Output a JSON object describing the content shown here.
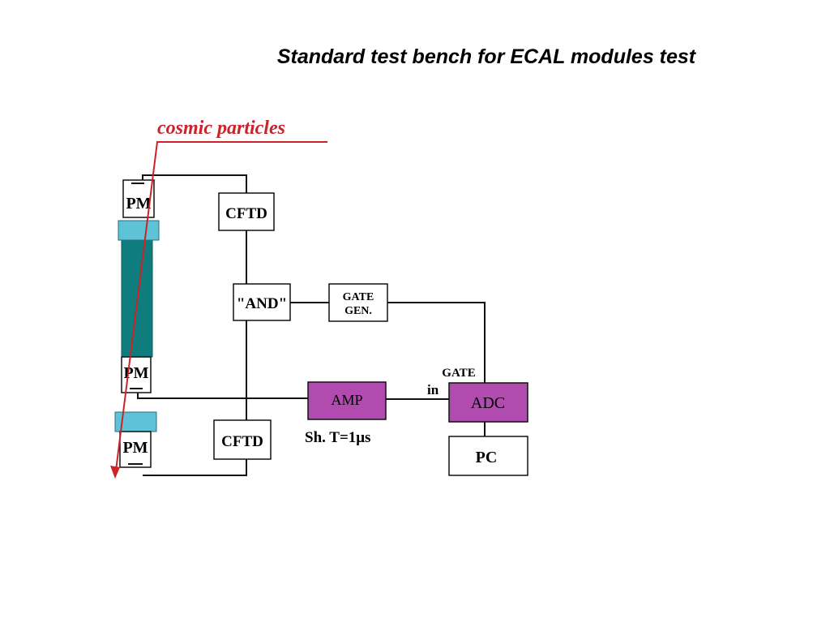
{
  "title": "Standard test bench for ECAL modules test",
  "diagram": {
    "particle_label": "cosmic particles",
    "pm_top": "PM",
    "pm_middle": "PM",
    "pm_bottom": "PM",
    "cftd_top": "CFTD",
    "cftd_bottom": "CFTD",
    "and_gate": "\"AND\"",
    "gate_gen_line1": "GATE",
    "gate_gen_line2": "GEN.",
    "gate_label": "GATE",
    "in_label": "in",
    "amp": "AMP",
    "shaping": "Sh. T=1μs",
    "adc": "ADC",
    "pc": "PC",
    "colors": {
      "particle": "#cc2229",
      "module": "#0f7c7e",
      "coupler": "#5ec3d6",
      "amp_adc": "#b24bb0"
    }
  }
}
